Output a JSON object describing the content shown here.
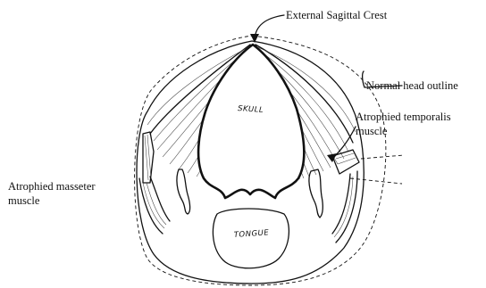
{
  "labels": {
    "crest": "External Sagittal Crest",
    "outline": "Normal head outline",
    "temporalis_line1": "Atrophied temporalis",
    "temporalis_line2": "muscle",
    "masseter_line1": "Atrophied masseter",
    "masseter_line2": "muscle",
    "skull": "SKULL",
    "tongue": "TONGUE"
  }
}
